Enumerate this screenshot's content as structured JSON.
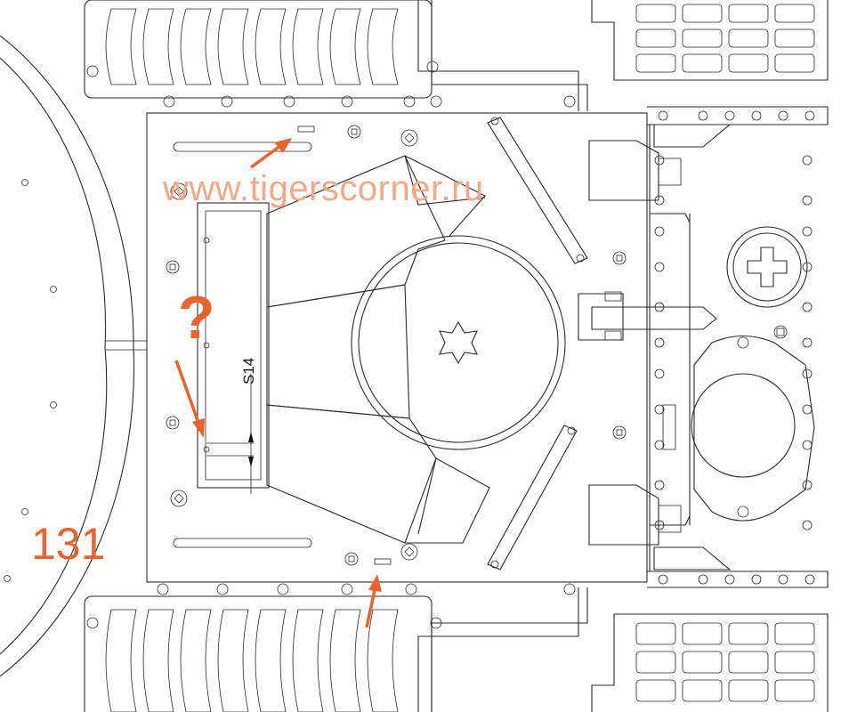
{
  "watermark": "www.tigerscorner.ru",
  "step_number": "131",
  "question_mark": "?",
  "dimension_label": "S14",
  "colors": {
    "annotation": "#e8642c",
    "watermark": "#f2a98a",
    "line": "#2b2b2b"
  }
}
